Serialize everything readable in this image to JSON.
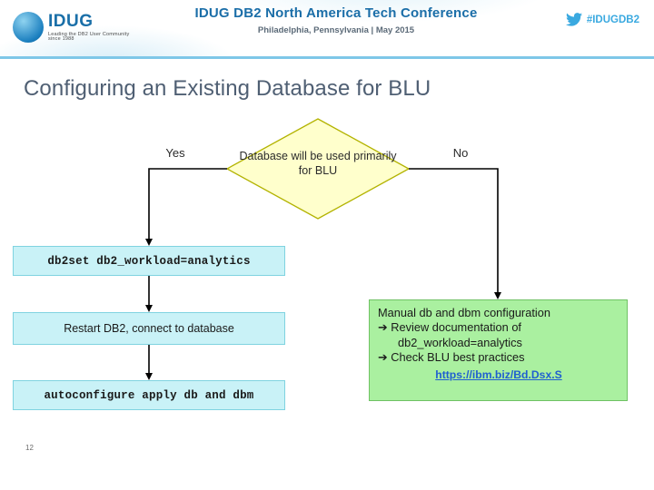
{
  "banner": {
    "logo_name": "IDUG",
    "logo_tagline": "Leading the DB2 User Community since 1988",
    "title": "IDUG DB2 North America Tech Conference",
    "subtitle": "Philadelphia, Pennsylvania  |  May 2015",
    "hashtag": "#IDUGDB2",
    "twitter_icon": "twitter-bird-icon"
  },
  "slide": {
    "title": "Configuring an Existing Database for BLU",
    "page_number": "12"
  },
  "flow": {
    "decision_label": "Database will be used primarily for BLU",
    "yes_label": "Yes",
    "no_label": "No",
    "step_db2set": "db2set db2_workload=analytics",
    "step_restart": "Restart DB2, connect to database",
    "step_autoconfigure": "autoconfigure apply db and dbm",
    "manual": {
      "line1": "Manual db and dbm configuration",
      "line2_arrow": "➔",
      "line2": "Review documentation of",
      "line3": "db2_workload=analytics",
      "line4_arrow": "➔",
      "line4": "Check BLU best practices",
      "link": "https://ibm.biz/Bd.Dsx.S"
    }
  },
  "colors": {
    "decision_fill": "#ffffcc",
    "decision_stroke": "#b3b300",
    "box_cyan_fill": "#c9f2f7",
    "box_green_fill": "#aaf0a0",
    "title_color": "#4f5f73",
    "link_color": "#1f5fd0",
    "banner_accent": "#7ec7e8"
  }
}
